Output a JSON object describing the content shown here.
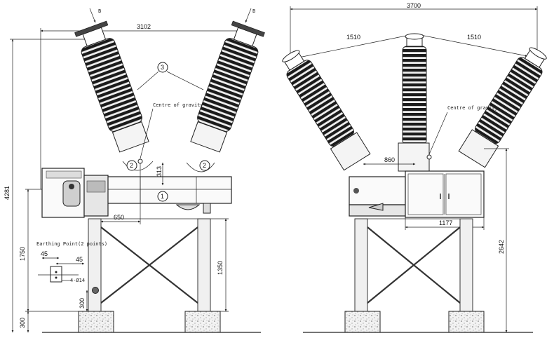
{
  "dims": {
    "w3102": "3102",
    "w3700": "3700",
    "w1510a": "1510",
    "w1510b": "1510",
    "h4281": "4281",
    "h1750": "1750",
    "h1350": "1350",
    "h300a": "300",
    "h300b": "300",
    "w650": "650",
    "h313": "313",
    "w860": "860",
    "w1177": "1177",
    "h2642": "2642",
    "w45a": "45",
    "w45b": "45",
    "hole": "4-Ø14"
  },
  "labels": {
    "view_b_left": "B",
    "view_b_right": "B",
    "part3": "3",
    "part2a": "2",
    "part2b": "2",
    "part1": "1",
    "cog_left": "Centre of gravity",
    "cog_right": "Centre of gravity",
    "earthing": "Earthing Point(2 points)"
  }
}
